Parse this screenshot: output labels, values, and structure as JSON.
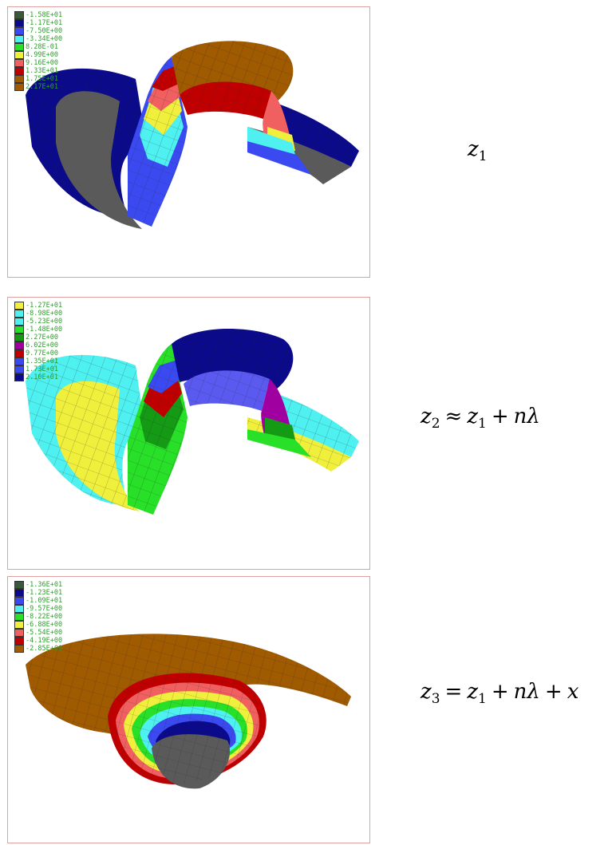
{
  "panels": [
    {
      "legend": [
        {
          "value": "-1.58E+01",
          "color": "#3a5a3a"
        },
        {
          "value": "-1.17E+01",
          "color": "#0a0a8a"
        },
        {
          "value": "-7.50E+00",
          "color": "#3a4af0"
        },
        {
          "value": "-3.34E+00",
          "color": "#4ef0f0"
        },
        {
          "value": "8.28E-01",
          "color": "#28e028"
        },
        {
          "value": "4.99E+00",
          "color": "#f0f03c"
        },
        {
          "value": "9.16E+00",
          "color": "#f06060"
        },
        {
          "value": "1.33E+01",
          "color": "#c00000"
        },
        {
          "value": "1.75E+01",
          "color": "#a05a00"
        },
        {
          "value": "2.17E+01",
          "color": "#a05a00"
        }
      ],
      "equation": {
        "lhs": "z",
        "lhs_sub": "1",
        "rhs": []
      }
    },
    {
      "legend": [
        {
          "value": "-1.27E+01",
          "color": "#f0f03c"
        },
        {
          "value": "-8.98E+00",
          "color": "#4ef0f0"
        },
        {
          "value": "-5.23E+00",
          "color": "#4ef0f0"
        },
        {
          "value": "-1.48E+00",
          "color": "#28e028"
        },
        {
          "value": "2.27E+00",
          "color": "#149a14"
        },
        {
          "value": "6.02E+00",
          "color": "#a000a0"
        },
        {
          "value": "9.77E+00",
          "color": "#c00000"
        },
        {
          "value": "1.35E+01",
          "color": "#3a4af0"
        },
        {
          "value": "1.73E+01",
          "color": "#3a4af0"
        },
        {
          "value": "2.10E+01",
          "color": "#0a0a8a"
        }
      ],
      "equation": {
        "lhs": "z",
        "lhs_sub": "2",
        "rhs": [
          "≈",
          "z",
          "1",
          "+",
          "nλ"
        ]
      }
    },
    {
      "legend": [
        {
          "value": "-1.36E+01",
          "color": "#3a5a3a"
        },
        {
          "value": "-1.23E+01",
          "color": "#0a0a8a"
        },
        {
          "value": "-1.09E+01",
          "color": "#3a4af0"
        },
        {
          "value": "-9.57E+00",
          "color": "#4ef0f0"
        },
        {
          "value": "-8.22E+00",
          "color": "#28e028"
        },
        {
          "value": "-6.88E+00",
          "color": "#f0f03c"
        },
        {
          "value": "-5.54E+00",
          "color": "#f06060"
        },
        {
          "value": "-4.19E+00",
          "color": "#c00000"
        },
        {
          "value": "-2.85E+00",
          "color": "#a05a00"
        }
      ],
      "equation": {
        "lhs": "z",
        "lhs_sub": "3",
        "rhs": [
          "=",
          "z",
          "1",
          "+",
          "nλ",
          "+",
          "x"
        ]
      }
    }
  ],
  "eq1": {
    "z": "z",
    "sub": "1"
  },
  "eq2": {
    "z": "z",
    "sub": "2",
    "op1": "≈",
    "z1": "z",
    "sub1": "1",
    "op2": "+",
    "t": "nλ"
  },
  "eq3": {
    "z": "z",
    "sub": "3",
    "op1": "=",
    "z1": "z",
    "sub1": "1",
    "op2": "+",
    "t": "nλ",
    "op3": "+",
    "x": "x"
  }
}
